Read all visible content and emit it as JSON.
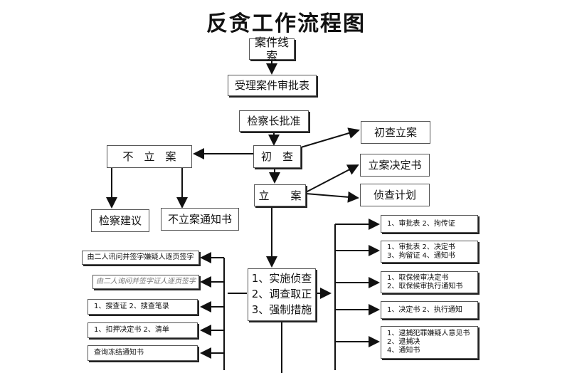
{
  "title": "反贪工作流程图",
  "nodes": {
    "clue": "案件线索",
    "register_form": "受理案件审批表",
    "chief_approval": "检察长批准",
    "initial_check": "初　查",
    "initial_filing": "初查立案",
    "no_filing": "不　立　案",
    "filing": "立　　案",
    "filing_decision": "立案决定书",
    "investigation_plan": "侦查计划",
    "procuratorial_suggestion": "检察建议",
    "no_filing_notice": "不立案通知书",
    "main_steps": "1、实施侦查\n2、调查取正\n3、强制措施",
    "right_1": "1、审批表 2、拘传证",
    "right_2": "1、审批表 2、决定书\n3、拘留证 4、通知书",
    "right_3": "1、取保候审决定书\n2、取保候审执行通知书",
    "right_4": "1、决定书 2、执行通知",
    "right_5": "1、逮捕犯罪嫌疑人意见书\n2、逮捕决\n4、通知书",
    "left_1": "由二人讯问并签字嫌疑人逐页签字",
    "left_2": "由二人询问并签字证人逐页签字",
    "left_3": "1、搜查证 2、搜查笔录",
    "left_4": "1、扣押决定书 2、清单",
    "left_5": "查询冻结通知书"
  }
}
